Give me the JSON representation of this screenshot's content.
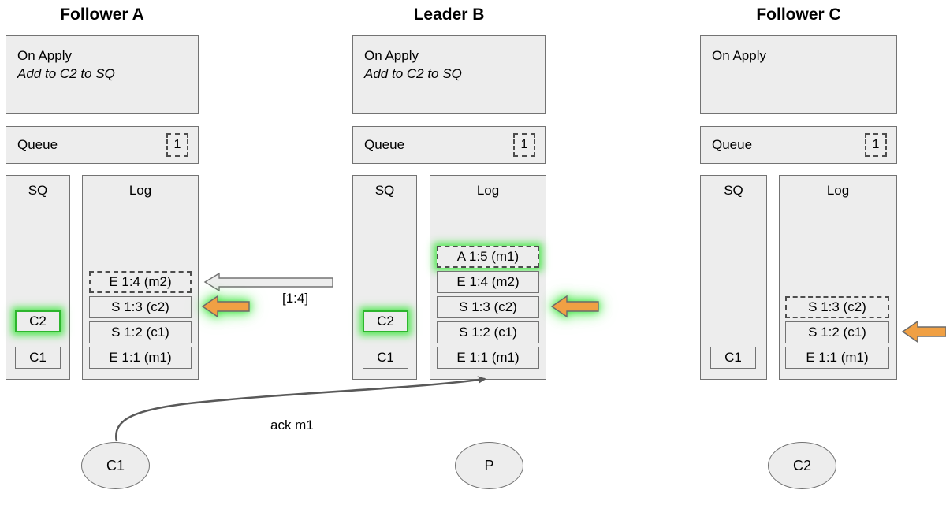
{
  "diagram": {
    "type": "raft-replication-state",
    "colors": {
      "panel_fill": "#ededed",
      "panel_stroke": "#737373",
      "highlight_glow": "#3ce63c",
      "arrow_orange": "#f4a councils"
    }
  },
  "nodes": [
    {
      "id": "follower-a",
      "title": "Follower A",
      "on_apply": {
        "label": "On Apply",
        "action": "Add to C2 to SQ"
      },
      "queue": {
        "label": "Queue",
        "count": "1"
      },
      "sq": {
        "header": "SQ",
        "entries": [
          {
            "text": "C2",
            "style": "glow"
          },
          {
            "text": "C1",
            "style": "plain"
          }
        ]
      },
      "log": {
        "header": "Log",
        "entries": [
          {
            "text": "E 1:4 (m2)",
            "style": "dashed"
          },
          {
            "text": "S 1:3 (c2)",
            "style": "plain"
          },
          {
            "text": "S 1:2 (c1)",
            "style": "plain"
          },
          {
            "text": "E 1:1 (m1)",
            "style": "plain"
          }
        ]
      }
    },
    {
      "id": "leader-b",
      "title": "Leader B",
      "on_apply": {
        "label": "On Apply",
        "action": "Add to C2 to SQ"
      },
      "queue": {
        "label": "Queue",
        "count": "1"
      },
      "sq": {
        "header": "SQ",
        "entries": [
          {
            "text": "C2",
            "style": "glow"
          },
          {
            "text": "C1",
            "style": "plain"
          }
        ]
      },
      "log": {
        "header": "Log",
        "entries": [
          {
            "text": "A 1:5 (m1)",
            "style": "dashed-glow"
          },
          {
            "text": "E 1:4 (m2)",
            "style": "plain"
          },
          {
            "text": "S 1:3 (c2)",
            "style": "plain"
          },
          {
            "text": "S 1:2 (c1)",
            "style": "plain"
          },
          {
            "text": "E 1:1 (m1)",
            "style": "plain"
          }
        ]
      }
    },
    {
      "id": "follower-c",
      "title": "Follower C",
      "on_apply": {
        "label": "On Apply",
        "action": ""
      },
      "queue": {
        "label": "Queue",
        "count": "1"
      },
      "sq": {
        "header": "SQ",
        "entries": [
          {
            "text": "C1",
            "style": "plain"
          }
        ]
      },
      "log": {
        "header": "Log",
        "entries": [
          {
            "text": "S 1:3 (c2)",
            "style": "dashed"
          },
          {
            "text": "S 1:2 (c1)",
            "style": "plain"
          },
          {
            "text": "E 1:1 (m1)",
            "style": "plain"
          }
        ]
      }
    }
  ],
  "edges": {
    "replication_label": "[1:4]",
    "ack_label": "ack m1"
  },
  "clients": [
    {
      "id": "client-c1",
      "label": "C1"
    },
    {
      "id": "producer-p",
      "label": "P"
    },
    {
      "id": "client-c2",
      "label": "C2"
    }
  ]
}
